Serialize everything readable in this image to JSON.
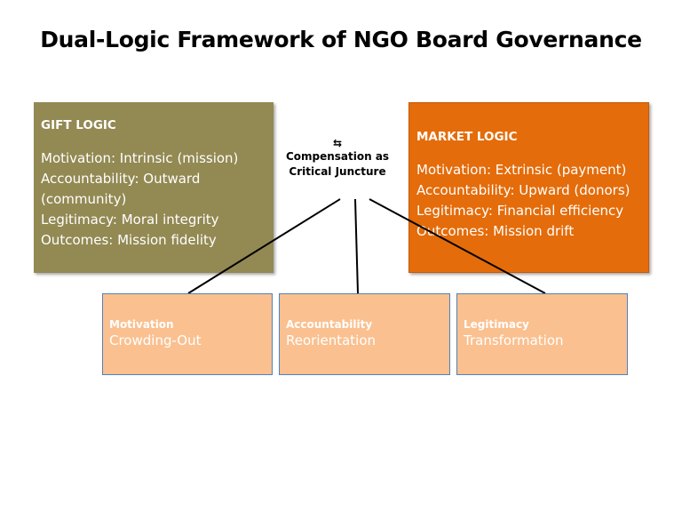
{
  "title": "Dual-Logic Framework of NGO Board Governance",
  "gift_logic": {
    "heading": "GIFT LOGIC",
    "lines": [
      "Motivation: Intrinsic (mission)",
      "Accountability: Outward (community)",
      "Legitimacy: Moral integrity",
      "Outcomes: Mission fidelity"
    ],
    "color": "#938953"
  },
  "market_logic": {
    "heading": "MARKET LOGIC",
    "lines": [
      "Motivation: Extrinsic (payment)",
      "Accountability: Upward (donors)",
      "Legitimacy: Financial efficiency",
      "Outcomes: Mission drift"
    ],
    "color": "#e46c0a"
  },
  "juncture": {
    "symbol": "⇆",
    "label_line1": "Compensation as",
    "label_line2": "Critical Juncture"
  },
  "mechanisms": [
    {
      "category": "Motivation",
      "name": "Crowding-Out"
    },
    {
      "category": "Accountability",
      "name": "Reorientation"
    },
    {
      "category": "Legitimacy",
      "name": "Transformation"
    }
  ],
  "mechanism_color": "#fac090",
  "mechanism_border": "#4f81bd"
}
